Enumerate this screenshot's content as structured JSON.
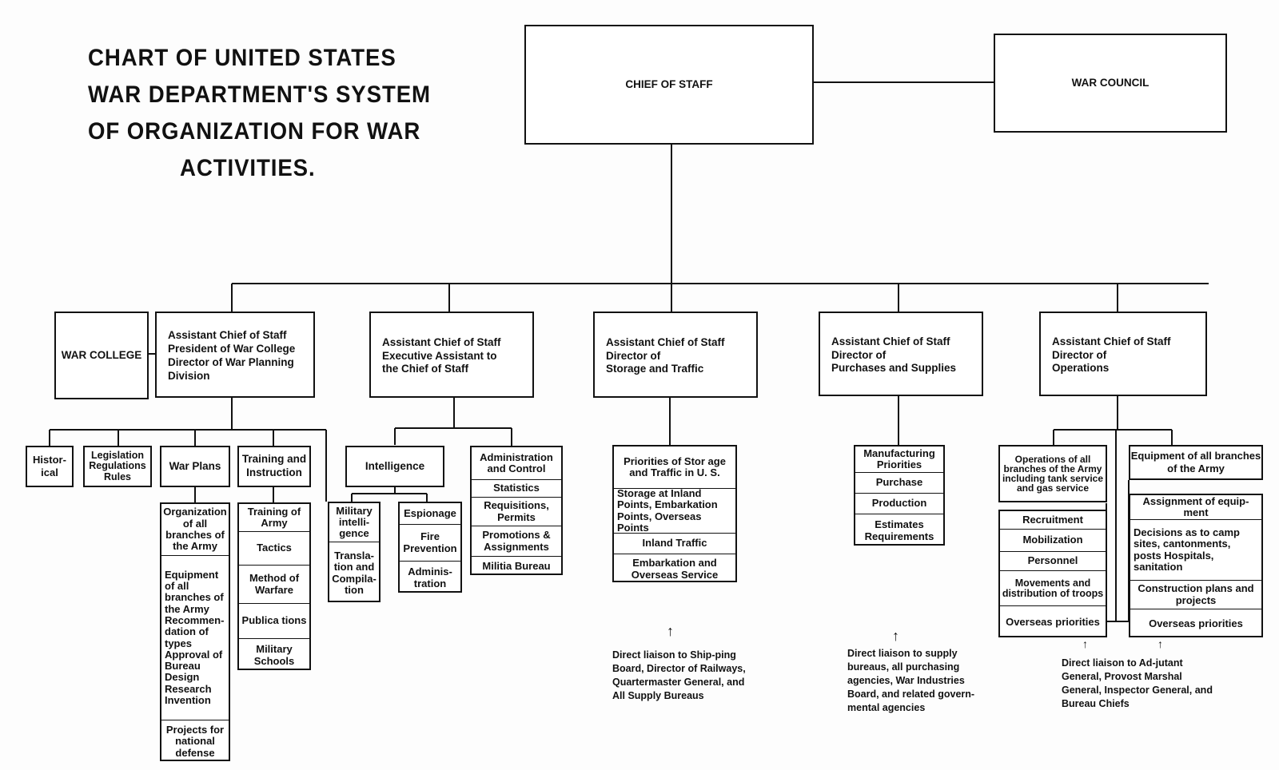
{
  "title": {
    "line1": "CHART OF UNITED STATES",
    "line2": "WAR DEPARTMENT'S SYSTEM",
    "line3": "OF ORGANIZATION FOR WAR",
    "line4": "ACTIVITIES."
  },
  "top": {
    "chief_of_staff": "CHIEF OF STAFF",
    "war_council": "WAR COUNCIL"
  },
  "war_college": "WAR COLLEGE",
  "divisions": {
    "war_planning": [
      "Assistant Chief of Staff",
      "President of War College",
      "Director of War Planning",
      "Division"
    ],
    "executive": [
      "Assistant Chief of Staff",
      "Executive Assistant to",
      "the Chief of Staff"
    ],
    "storage": [
      "Assistant Chief of Staff",
      "Director of",
      "Storage and Traffic"
    ],
    "purchases": [
      "Assistant Chief of Staff",
      "Director of",
      "Purchases and Supplies"
    ],
    "operations": [
      "Assistant Chief of Staff",
      "Director of",
      "Operations"
    ]
  },
  "war_planning_units": {
    "historical": "Histor-ical",
    "legislation": "Legislation Regulations Rules",
    "war_plans": "War Plans",
    "training": "Training and Instruction",
    "war_plans_items": [
      "Organization of all branches of the Army",
      "Equipment of all branches of the Army Recommen-dation of types Approval of Bureau Design Research Invention",
      "Projects for national defense"
    ],
    "training_items": [
      "Training of Army",
      "Tactics",
      "Method of Warfare",
      "Publica tions",
      "Military Schools"
    ]
  },
  "executive_units": {
    "intelligence": "Intelligence",
    "military_intelligence": [
      "Military intelli-gence",
      "Transla-tion and Compila-tion"
    ],
    "espionage": [
      "Espionage",
      "Fire Prevention",
      "Adminis-tration"
    ],
    "administration": [
      "Administration and Control",
      "Statistics",
      "Requisitions, Permits",
      "Promotions & Assignments",
      "Militia Bureau"
    ]
  },
  "storage_units": [
    "Priorities of Stor age and Traffic in U. S.",
    "Storage at Inland Points, Embarkation Points, Overseas Points",
    "Inland Traffic",
    "Embarkation and Overseas Service"
  ],
  "purchases_units": [
    "Manufacturing Priorities",
    "Purchase",
    "Production",
    "Estimates Requirements"
  ],
  "operations_units": {
    "left": [
      "Operations of all branches of the Army including tank service and gas service",
      "Recruitment",
      "Mobilization",
      "Personnel",
      "Movements and distribution of troops",
      "Overseas priorities"
    ],
    "right_header": "Equipment of all branches of the Army",
    "right": [
      "Assignment of equip-ment",
      "Decisions as to camp sites, cantonments, posts Hospitals, sanitation",
      "Construction plans and projects",
      "Overseas priorities"
    ]
  },
  "notes": {
    "storage": "Direct liaison to Ship-ping Board, Director of Railways, Quartermaster General, and All Supply Bureaus",
    "purchases": "Direct liaison to supply bureaus, all purchasing agencies, War Industries Board, and related govern-mental agencies",
    "operations": "Direct liaison to Ad-jutant General, Provost Marshal General, Inspector General, and Bureau Chiefs"
  },
  "arrow_glyph": "↑"
}
